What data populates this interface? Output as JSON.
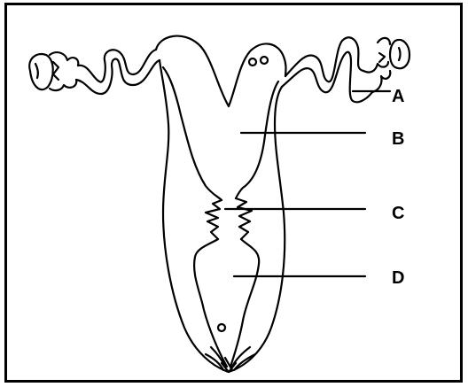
{
  "diagram": {
    "labels": {
      "a": "A",
      "b": "B",
      "c": "C",
      "d": "D"
    },
    "colors": {
      "line": "#000000",
      "background": "#ffffff"
    }
  }
}
